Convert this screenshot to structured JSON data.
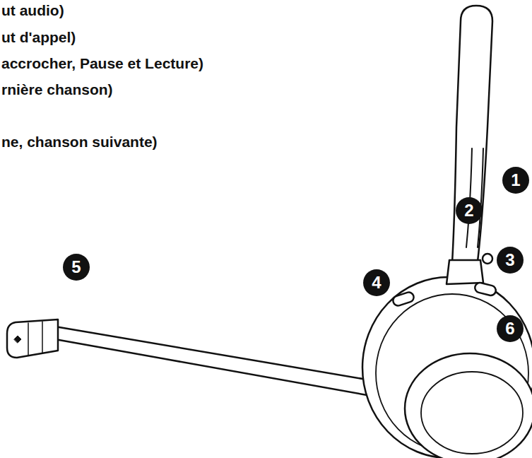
{
  "diagram": {
    "labels": [
      "ut audio)",
      "ut d'appel)",
      "accrocher, Pause et Lecture)",
      "rnière chanson)",
      "ne, chanson suivante)",
      "1",
      "2",
      "3",
      "4",
      "5",
      "6"
    ]
  }
}
